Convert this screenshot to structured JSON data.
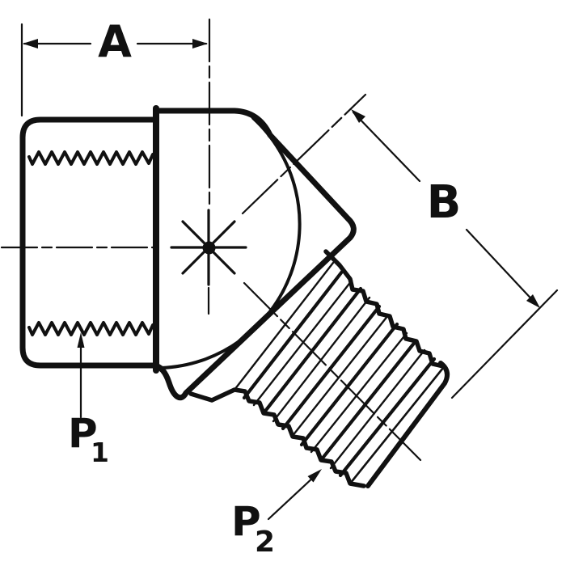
{
  "drawing": {
    "type": "technical-line-drawing",
    "subject": "45-degree elbow pipe fitting, side view with dimensions",
    "colors": {
      "ink": "#111111",
      "paper": "#ffffff"
    },
    "labels": {
      "dim_a": "A",
      "dim_b": "B",
      "port1_main": "P",
      "port1_sub": "1",
      "port2_main": "P",
      "port2_sub": "2"
    }
  }
}
